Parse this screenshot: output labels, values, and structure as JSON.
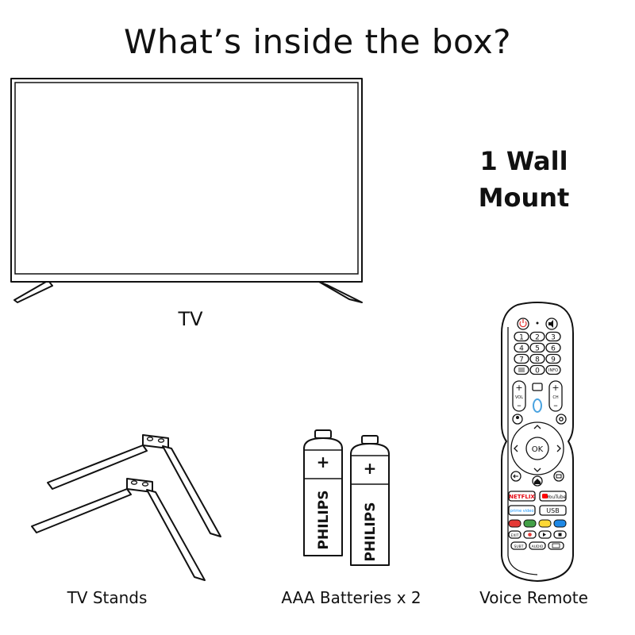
{
  "title": "What’s inside the box?",
  "wall_mount": {
    "line1": "1 Wall",
    "line2": "Mount"
  },
  "items": {
    "tv": "TV",
    "stands": "TV Stands",
    "batteries": "AAA Batteries x 2",
    "remote": "Voice Remote"
  },
  "battery": {
    "brand": "PHILIPS",
    "plus": "+"
  },
  "remote": {
    "numbers": [
      "1",
      "2",
      "3",
      "4",
      "5",
      "6",
      "7",
      "8",
      "9"
    ],
    "zero": "0",
    "info": "INFO",
    "vol": "VOL",
    "ch": "CH",
    "ok": "OK",
    "netflix": "NETFLIX",
    "youtube": "YouTube",
    "prime": "prime video",
    "usb": "USB",
    "exit": "EXIT",
    "subt": "SUBT",
    "audio": "AUDIO",
    "plus": "+",
    "minus": "–"
  },
  "colors": {
    "ink": "#111111",
    "netflix": "#e50914",
    "youtube": "#ff0000",
    "prime": "#1a98ff",
    "red": "#e53935",
    "green": "#43a047",
    "yellow": "#fdd835",
    "blue": "#1e88e5",
    "mic": "#4aa3e0"
  }
}
